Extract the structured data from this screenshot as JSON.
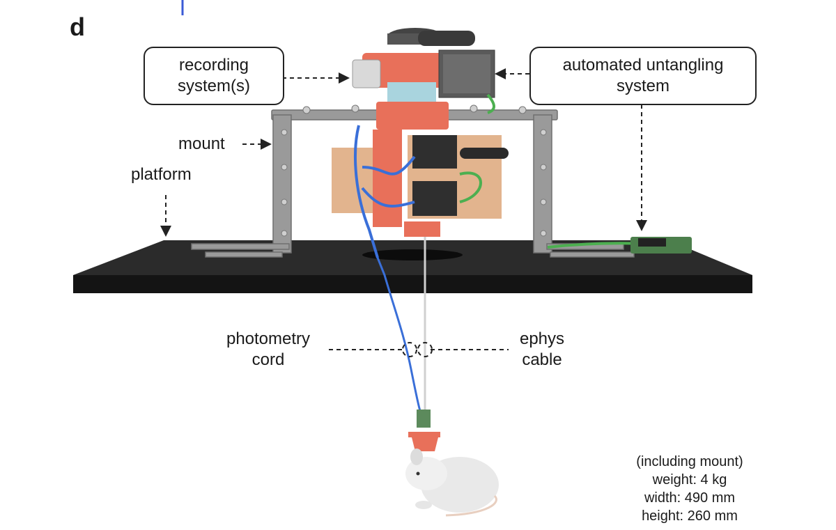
{
  "panel": {
    "letter": "d"
  },
  "labels": {
    "recording": [
      "recording",
      "system(s)"
    ],
    "untangling": [
      "automated untangling",
      "system"
    ],
    "mount": "mount",
    "platform": "platform",
    "photometry": [
      "photometry",
      "cord"
    ],
    "ephys": [
      "ephys",
      "cable"
    ]
  },
  "specs": {
    "header": "(including mount)",
    "weight": "weight: 4 kg",
    "width": "width: 490 mm",
    "height": "height: 260 mm"
  },
  "colors": {
    "accent_line": "#3b5bd6",
    "platform": "#222222",
    "frame": "#8a8a8a",
    "rotor": "#e8705a",
    "wood": "#e2b48e",
    "fiber": "#3a6fd8",
    "green_cable": "#4caf50",
    "motor": "#333333"
  }
}
